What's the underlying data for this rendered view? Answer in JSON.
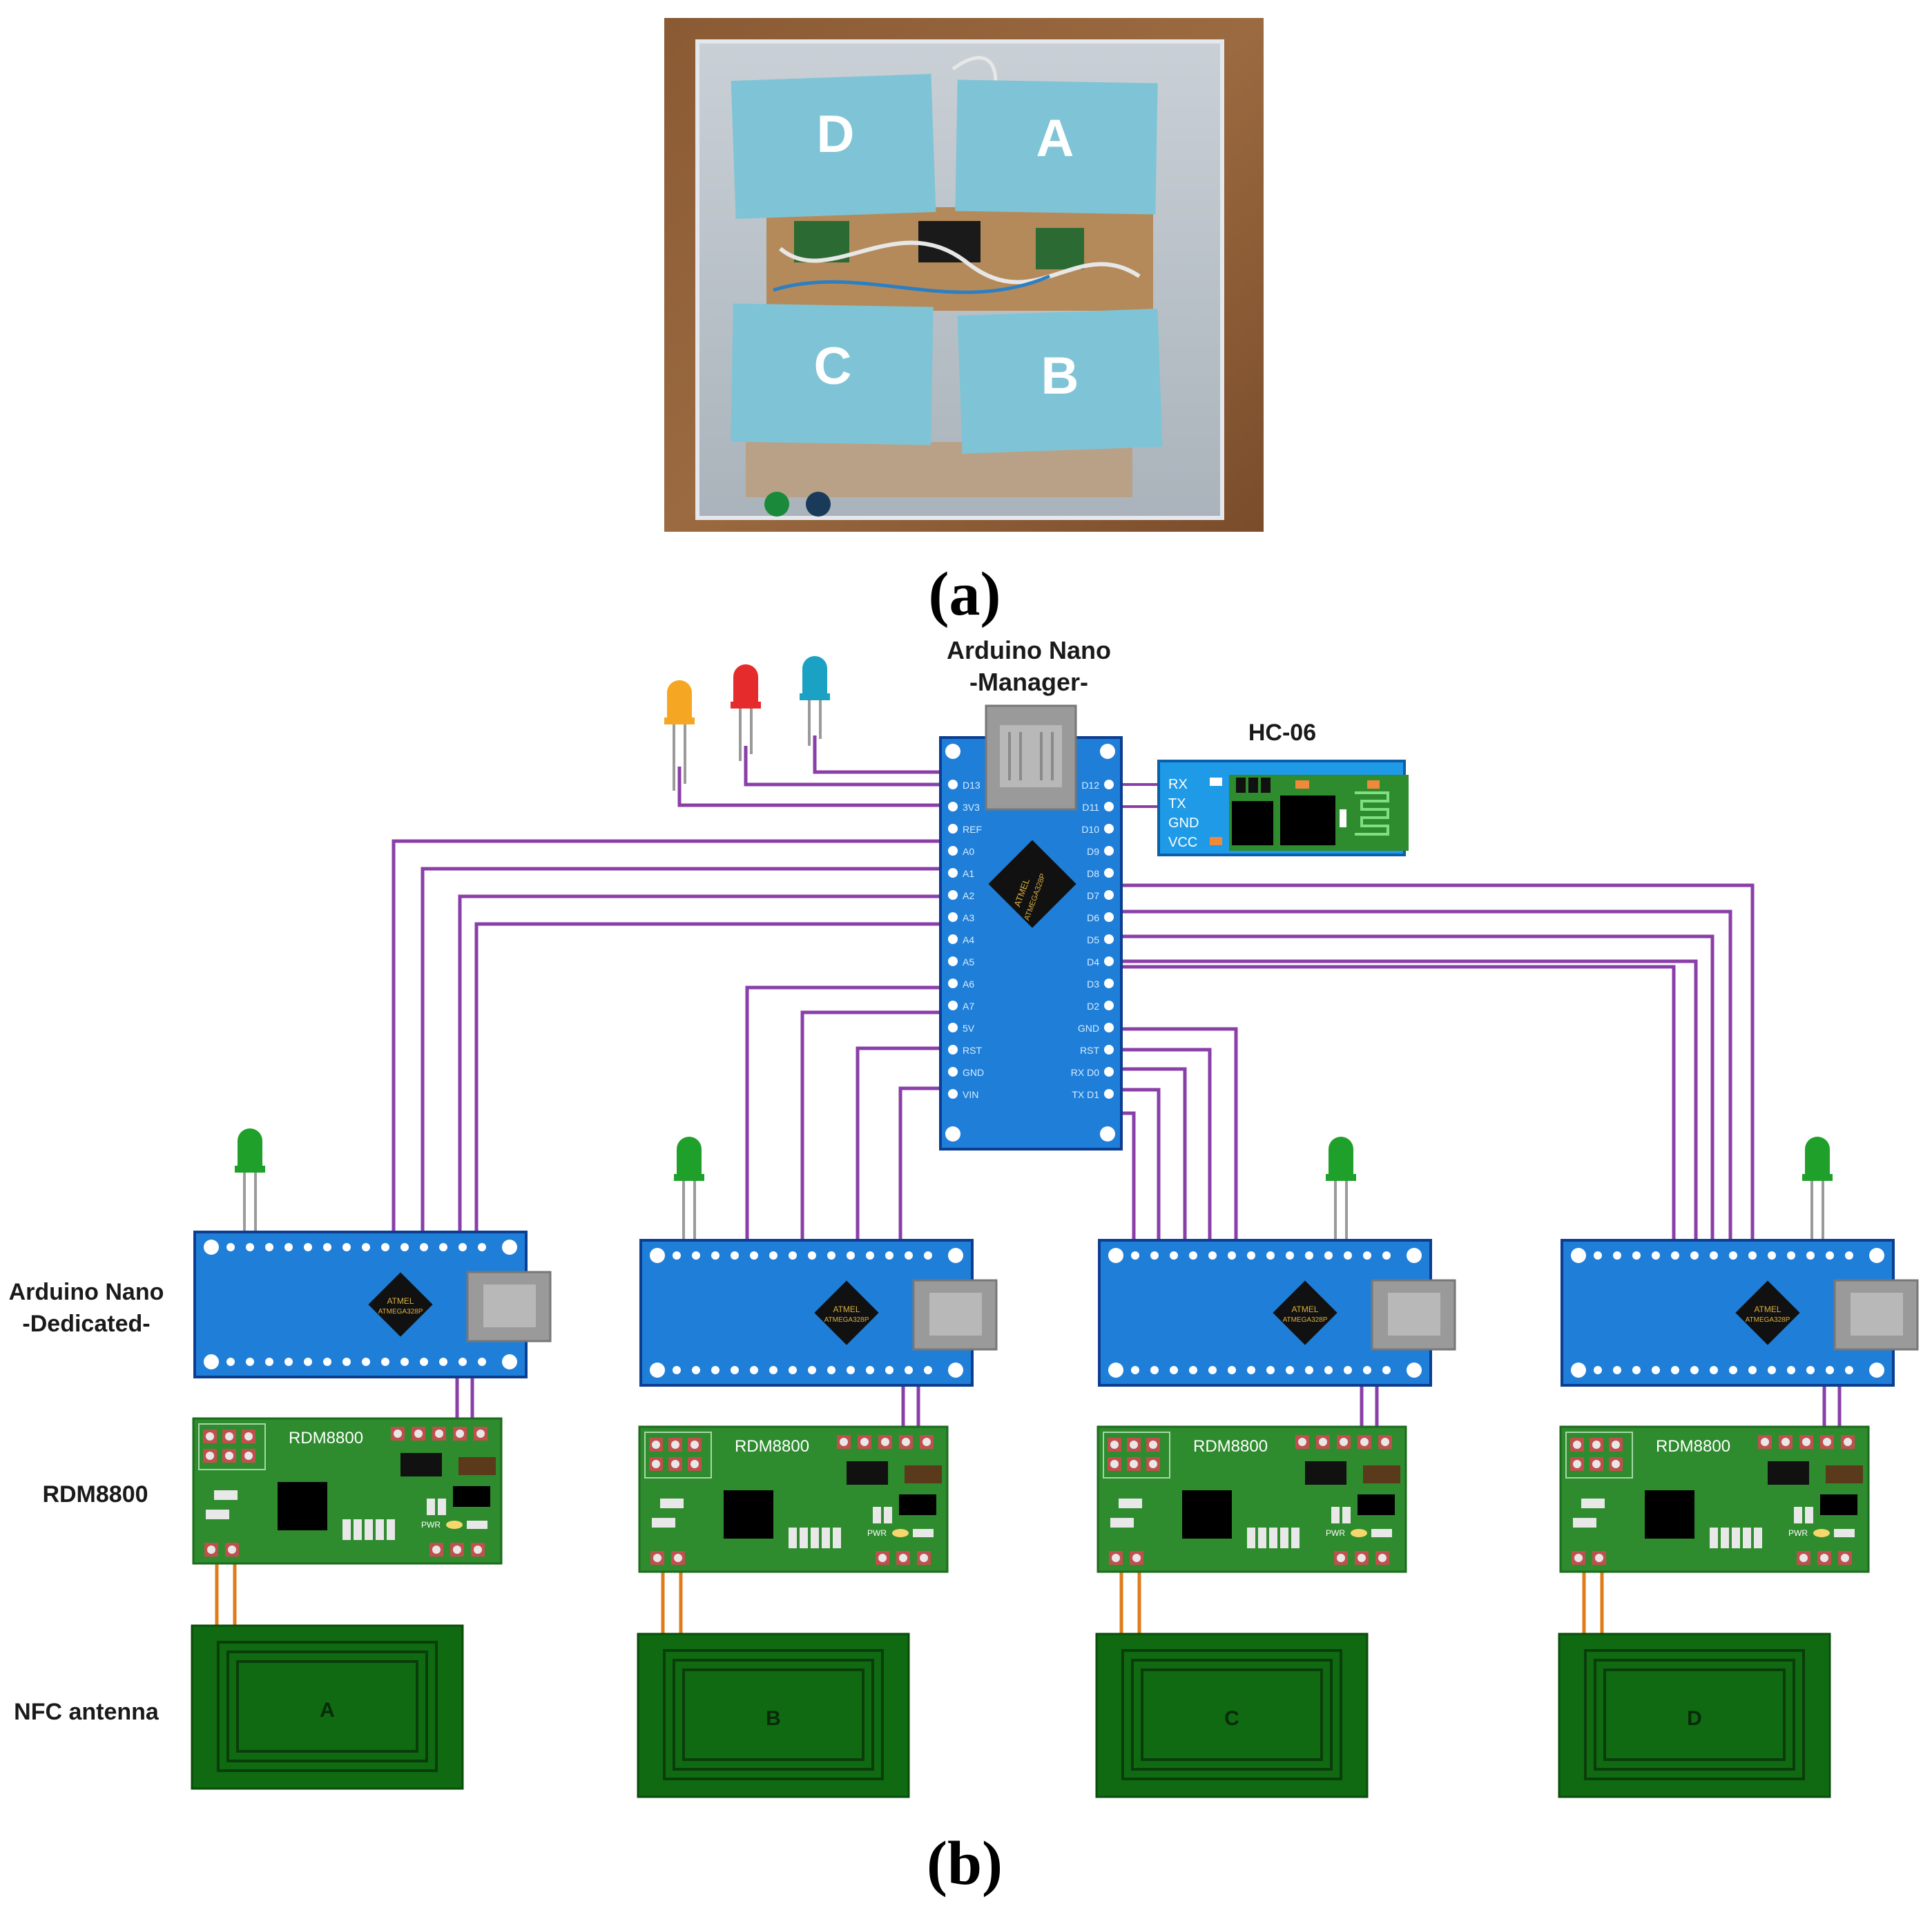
{
  "panel_a": {
    "caption": "(a)",
    "tiles": [
      "D",
      "A",
      "C",
      "B"
    ]
  },
  "panel_b": {
    "caption": "(b)",
    "manager": {
      "title": "Arduino Nano",
      "subtitle": "-Manager-"
    },
    "bluetooth": {
      "title": "HC-06",
      "pins": [
        "RX",
        "TX",
        "GND",
        "VCC"
      ]
    },
    "row_labels": {
      "dedicated_title": "Arduino Nano",
      "dedicated_subtitle": "-Dedicated-",
      "reader": "RDM8800",
      "antenna": "NFC antenna"
    },
    "manager_pins_left": [
      "D13",
      "3V3",
      "REF",
      "A0",
      "A1",
      "A2",
      "A3",
      "A4",
      "A5",
      "A6",
      "A7",
      "5V",
      "RST",
      "GND",
      "VIN"
    ],
    "manager_pins_right": [
      "D12",
      "D11",
      "D10",
      "D9",
      "D8",
      "D7",
      "D6",
      "D5",
      "D4",
      "D3",
      "D2",
      "GND",
      "RST",
      "RX D0",
      "TX D1"
    ],
    "chip_text": [
      "ATMEL",
      "ATMEGA328P"
    ],
    "reader_label": "RDM8800",
    "reader_pwr": "PWR",
    "antennas": [
      "A",
      "B",
      "C",
      "D"
    ],
    "colors": {
      "nano_blue": "#1f7fd8",
      "nano_border": "#0b3d91",
      "pcb_green": "#2e8b2e",
      "antenna_green": "#0f6a12",
      "wire_purple": "#8a3fa8",
      "wire_orange": "#e07b1a",
      "tile_blue": "#7fc4d6",
      "led_orange": "#f5a623",
      "led_red": "#e52b2b",
      "led_blue": "#1ba1c4",
      "led_green": "#1fa02a"
    }
  }
}
